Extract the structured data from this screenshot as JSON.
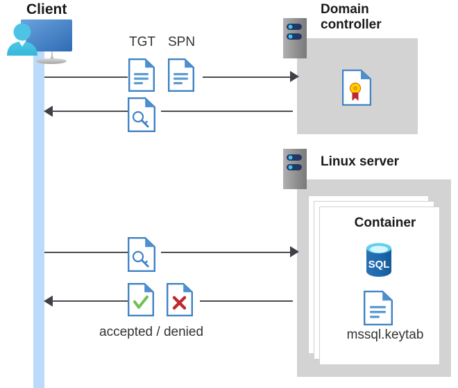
{
  "diagram": {
    "title_client": "Client",
    "title_domain_controller": "Domain\ncontroller",
    "title_linux_server": "Linux server",
    "title_container": "Container",
    "label_tgt": "TGT",
    "label_spn": "SPN",
    "label_keytab_file": "mssql.keytab",
    "label_accepted_denied": "accepted / denied",
    "icons": {
      "client": "user-workstation-icon",
      "server_dc": "server-rack-icon",
      "server_linux": "server-rack-icon",
      "certificate": "certificate-document-icon",
      "tgt_document": "text-document-icon",
      "spn_document": "text-document-icon",
      "ticket_key": "key-document-icon",
      "request_key": "key-document-icon",
      "accepted": "checkmark-document-icon",
      "denied": "cross-document-icon",
      "sql_database": "sql-database-icon",
      "keytab_document": "text-document-icon"
    },
    "colors": {
      "lifeline_blue": "#badbfc",
      "server_gray": "#d3d3d3",
      "doc_blue": "#3e82c4",
      "accent_dark_blue": "#1f3864",
      "accepted_green": "#70c050",
      "denied_red": "#c0272d",
      "sql_blue": "#1f6fb4",
      "seal_yellow": "#ffd400",
      "arrow_gray": "#4a4a50"
    },
    "flows": [
      {
        "id": "flow-1",
        "direction": "right",
        "from": "Client",
        "to": "Domain controller",
        "payload": [
          "TGT",
          "SPN"
        ]
      },
      {
        "id": "flow-2",
        "direction": "left",
        "from": "Domain controller",
        "to": "Client",
        "payload": [
          "service ticket"
        ]
      },
      {
        "id": "flow-3",
        "direction": "right",
        "from": "Client",
        "to": "Linux server",
        "payload": [
          "service ticket"
        ]
      },
      {
        "id": "flow-4",
        "direction": "left",
        "from": "Linux server",
        "to": "Client",
        "payload": [
          "accepted",
          "denied"
        ]
      }
    ]
  }
}
